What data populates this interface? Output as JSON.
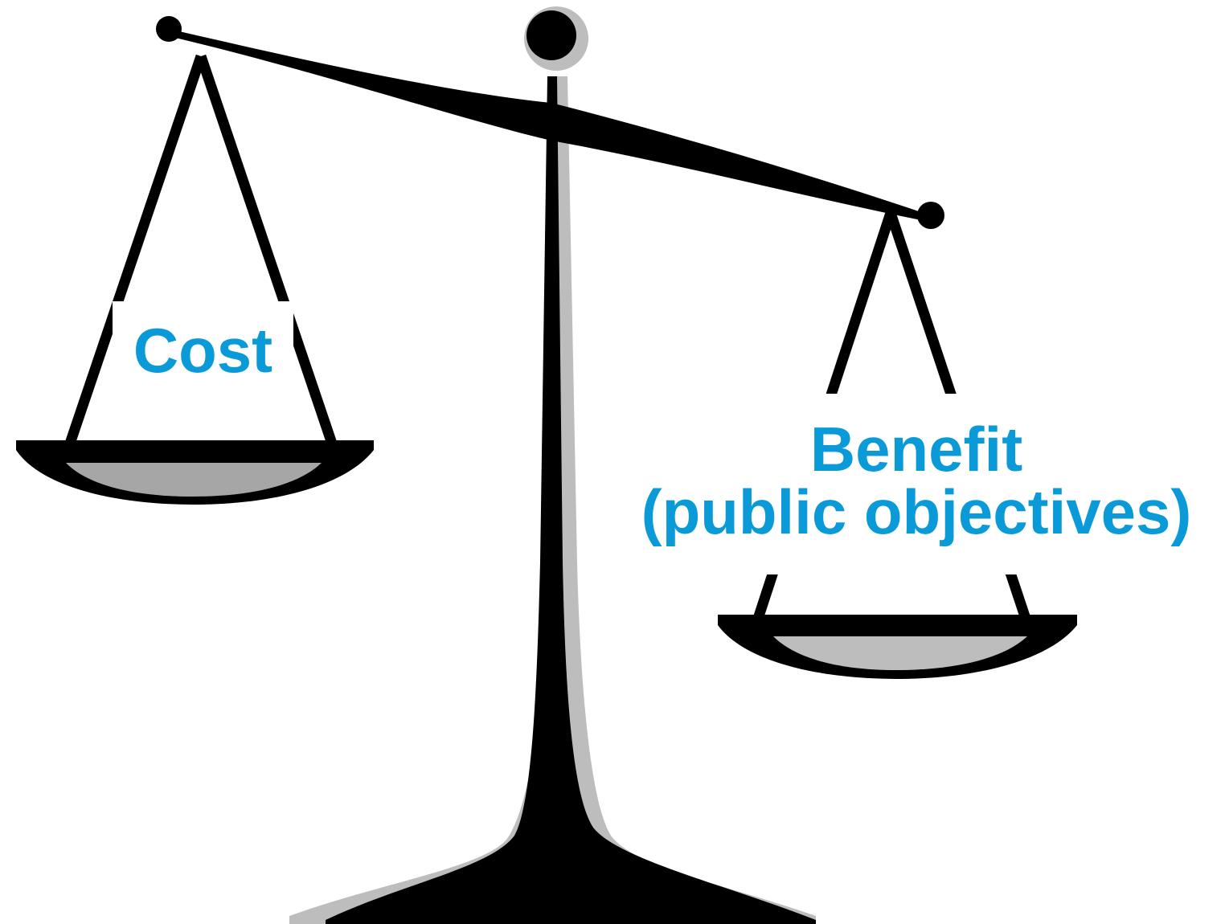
{
  "labels": {
    "cost": "Cost",
    "benefit_line1": "Benefit",
    "benefit_line2": "(public objectives)"
  },
  "colors": {
    "label_text": "#0a9ad8",
    "ink": "#000000",
    "shadow": "#bdbdbd",
    "background": "#ffffff"
  },
  "icons": {
    "main": "balance-scale-icon"
  }
}
